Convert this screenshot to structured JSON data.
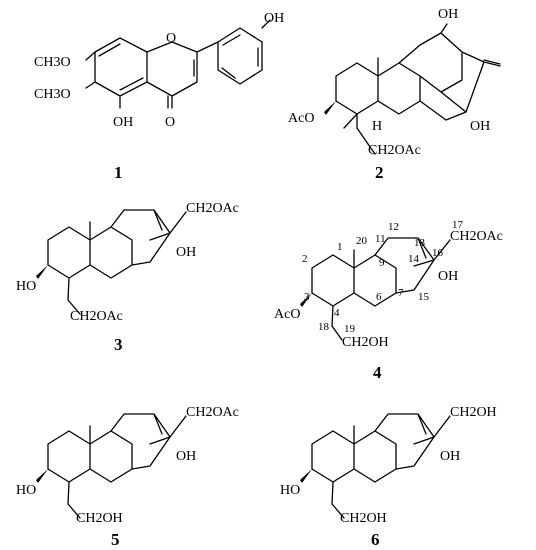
{
  "compounds": [
    {
      "id": "1",
      "labels": [
        "OH",
        "O",
        "O",
        "OH",
        "CH3O",
        "CH3O"
      ]
    },
    {
      "id": "2",
      "labels": [
        "OH",
        "OH",
        "AcO",
        "H",
        "CH2OAc"
      ]
    },
    {
      "id": "3",
      "labels": [
        "CH2OAc",
        "OH",
        "HO",
        "CH2OAc"
      ]
    },
    {
      "id": "4",
      "labels": [
        "CH2OAc",
        "OH",
        "AcO",
        "CH2OH"
      ],
      "atom_numbers": [
        "1",
        "2",
        "3",
        "4",
        "6",
        "7",
        "9",
        "11",
        "12",
        "13",
        "14",
        "15",
        "16",
        "17",
        "18",
        "19",
        "20"
      ]
    },
    {
      "id": "5",
      "labels": [
        "CH2OAc",
        "OH",
        "HO",
        "CH2OH"
      ]
    },
    {
      "id": "6",
      "labels": [
        "CH2OH",
        "OH",
        "HO",
        "CH2OH"
      ]
    }
  ]
}
